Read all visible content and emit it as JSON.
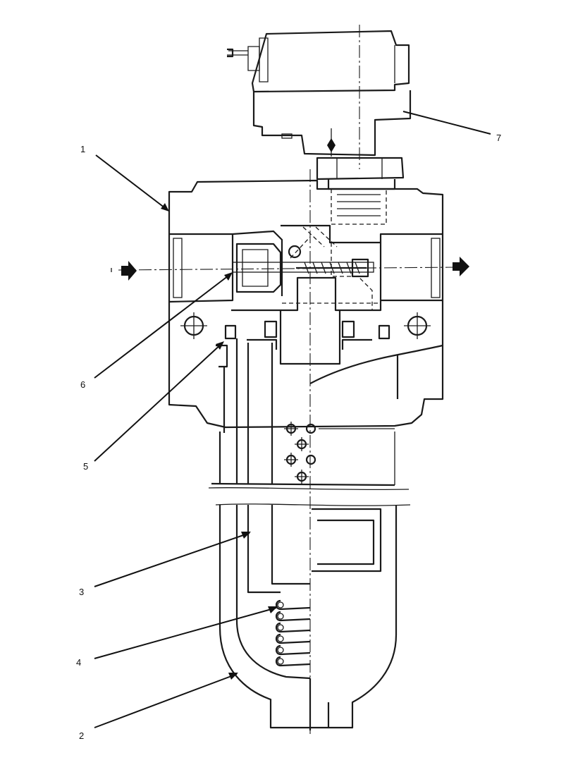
{
  "diagram": {
    "callouts": [
      {
        "id": "c1",
        "label": "1"
      },
      {
        "id": "c2",
        "label": "2"
      },
      {
        "id": "c3",
        "label": "3"
      },
      {
        "id": "c4",
        "label": "4"
      },
      {
        "id": "c5",
        "label": "5"
      },
      {
        "id": "c6",
        "label": "6"
      },
      {
        "id": "c7",
        "label": "7"
      }
    ],
    "flow_direction": "left-to-right",
    "colors": {
      "line": "#1a1a1a",
      "background": "#ffffff"
    }
  }
}
